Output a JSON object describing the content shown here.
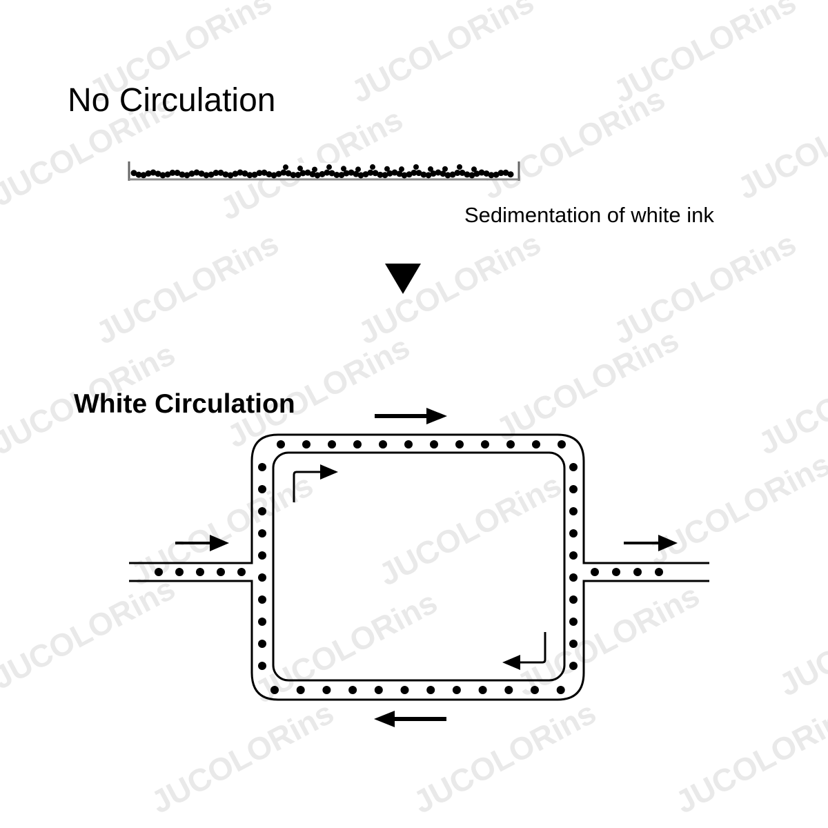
{
  "diagram": {
    "top_title": "No Circulation",
    "sediment_caption": "Sedimentation of white ink",
    "bottom_title": "White Circulation",
    "watermark": "JUCOLORins",
    "colors": {
      "ink": "#000000",
      "background": "#ffffff",
      "watermark": "#cfcfcf"
    }
  }
}
